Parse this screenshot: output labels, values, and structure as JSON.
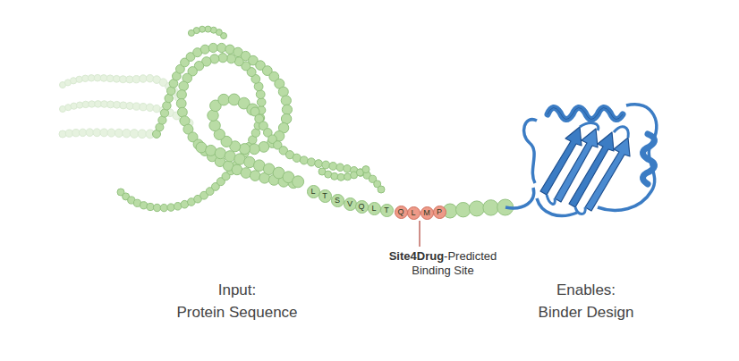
{
  "diagram": {
    "nodes": [
      {
        "text": [
          "L"
        ]
      },
      {
        "text": [
          "T"
        ]
      },
      {
        "text": [
          "S"
        ]
      },
      {
        "text": [
          "V"
        ]
      },
      {
        "text": [
          "Q"
        ]
      },
      {
        "text": [
          "L"
        ]
      },
      {
        "text": [
          "T"
        ]
      },
      {
        "text": [
          "Q"
        ]
      },
      {
        "text": [
          "L"
        ]
      },
      {
        "text": [
          "M"
        ]
      },
      {
        "text": [
          "P"
        ]
      }
    ],
    "labels": [
      "Site4Drug",
      "-Predicted Binding Site",
      "Input:",
      "Protein Sequence",
      "Enables:",
      "Binder Design"
    ]
  }
}
